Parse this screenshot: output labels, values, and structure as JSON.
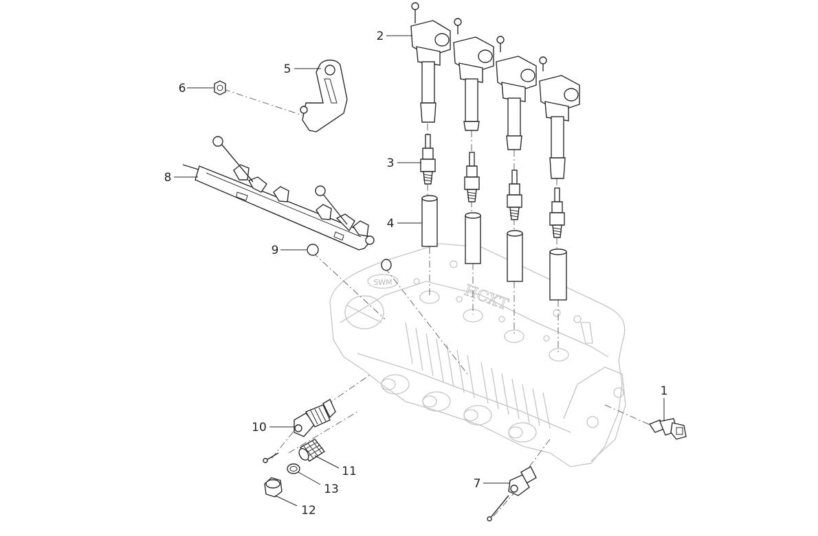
{
  "diagram": {
    "engine_block": {
      "logo_text": "SWM",
      "model_text": "HCXT"
    },
    "callouts": [
      {
        "id": "callout-1",
        "label": "1"
      },
      {
        "id": "callout-2",
        "label": "2"
      },
      {
        "id": "callout-3",
        "label": "3"
      },
      {
        "id": "callout-4",
        "label": "4"
      },
      {
        "id": "callout-5",
        "label": "5"
      },
      {
        "id": "callout-6",
        "label": "6"
      },
      {
        "id": "callout-7",
        "label": "7"
      },
      {
        "id": "callout-8",
        "label": "8"
      },
      {
        "id": "callout-9",
        "label": "9"
      },
      {
        "id": "callout-10",
        "label": "10"
      },
      {
        "id": "callout-11",
        "label": "11"
      },
      {
        "id": "callout-12",
        "label": "12"
      },
      {
        "id": "callout-13",
        "label": "13"
      }
    ]
  }
}
